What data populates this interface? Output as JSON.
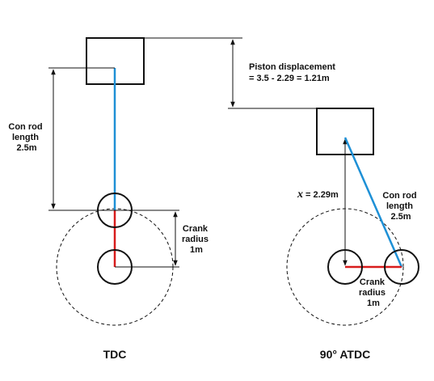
{
  "colors": {
    "con_rod": "#1e90d6",
    "crank": "#d81c1c",
    "ink": "#111111",
    "background": "#ffffff"
  },
  "tdc": {
    "con_rod_label": [
      "Con rod",
      "length",
      "2.5m"
    ],
    "crank_label": [
      "Crank",
      "radius",
      "1m"
    ],
    "caption": "TDC"
  },
  "atdc": {
    "displacement_label": [
      "Piston displacement",
      "= 3.5 - 2.29 = 1.21m"
    ],
    "x_symbol": "x",
    "x_value": " = 2.29m",
    "con_rod_label": [
      "Con rod",
      "length",
      "2.5m"
    ],
    "crank_label": [
      "Crank",
      "radius",
      "1m"
    ],
    "caption": "90° ATDC"
  }
}
